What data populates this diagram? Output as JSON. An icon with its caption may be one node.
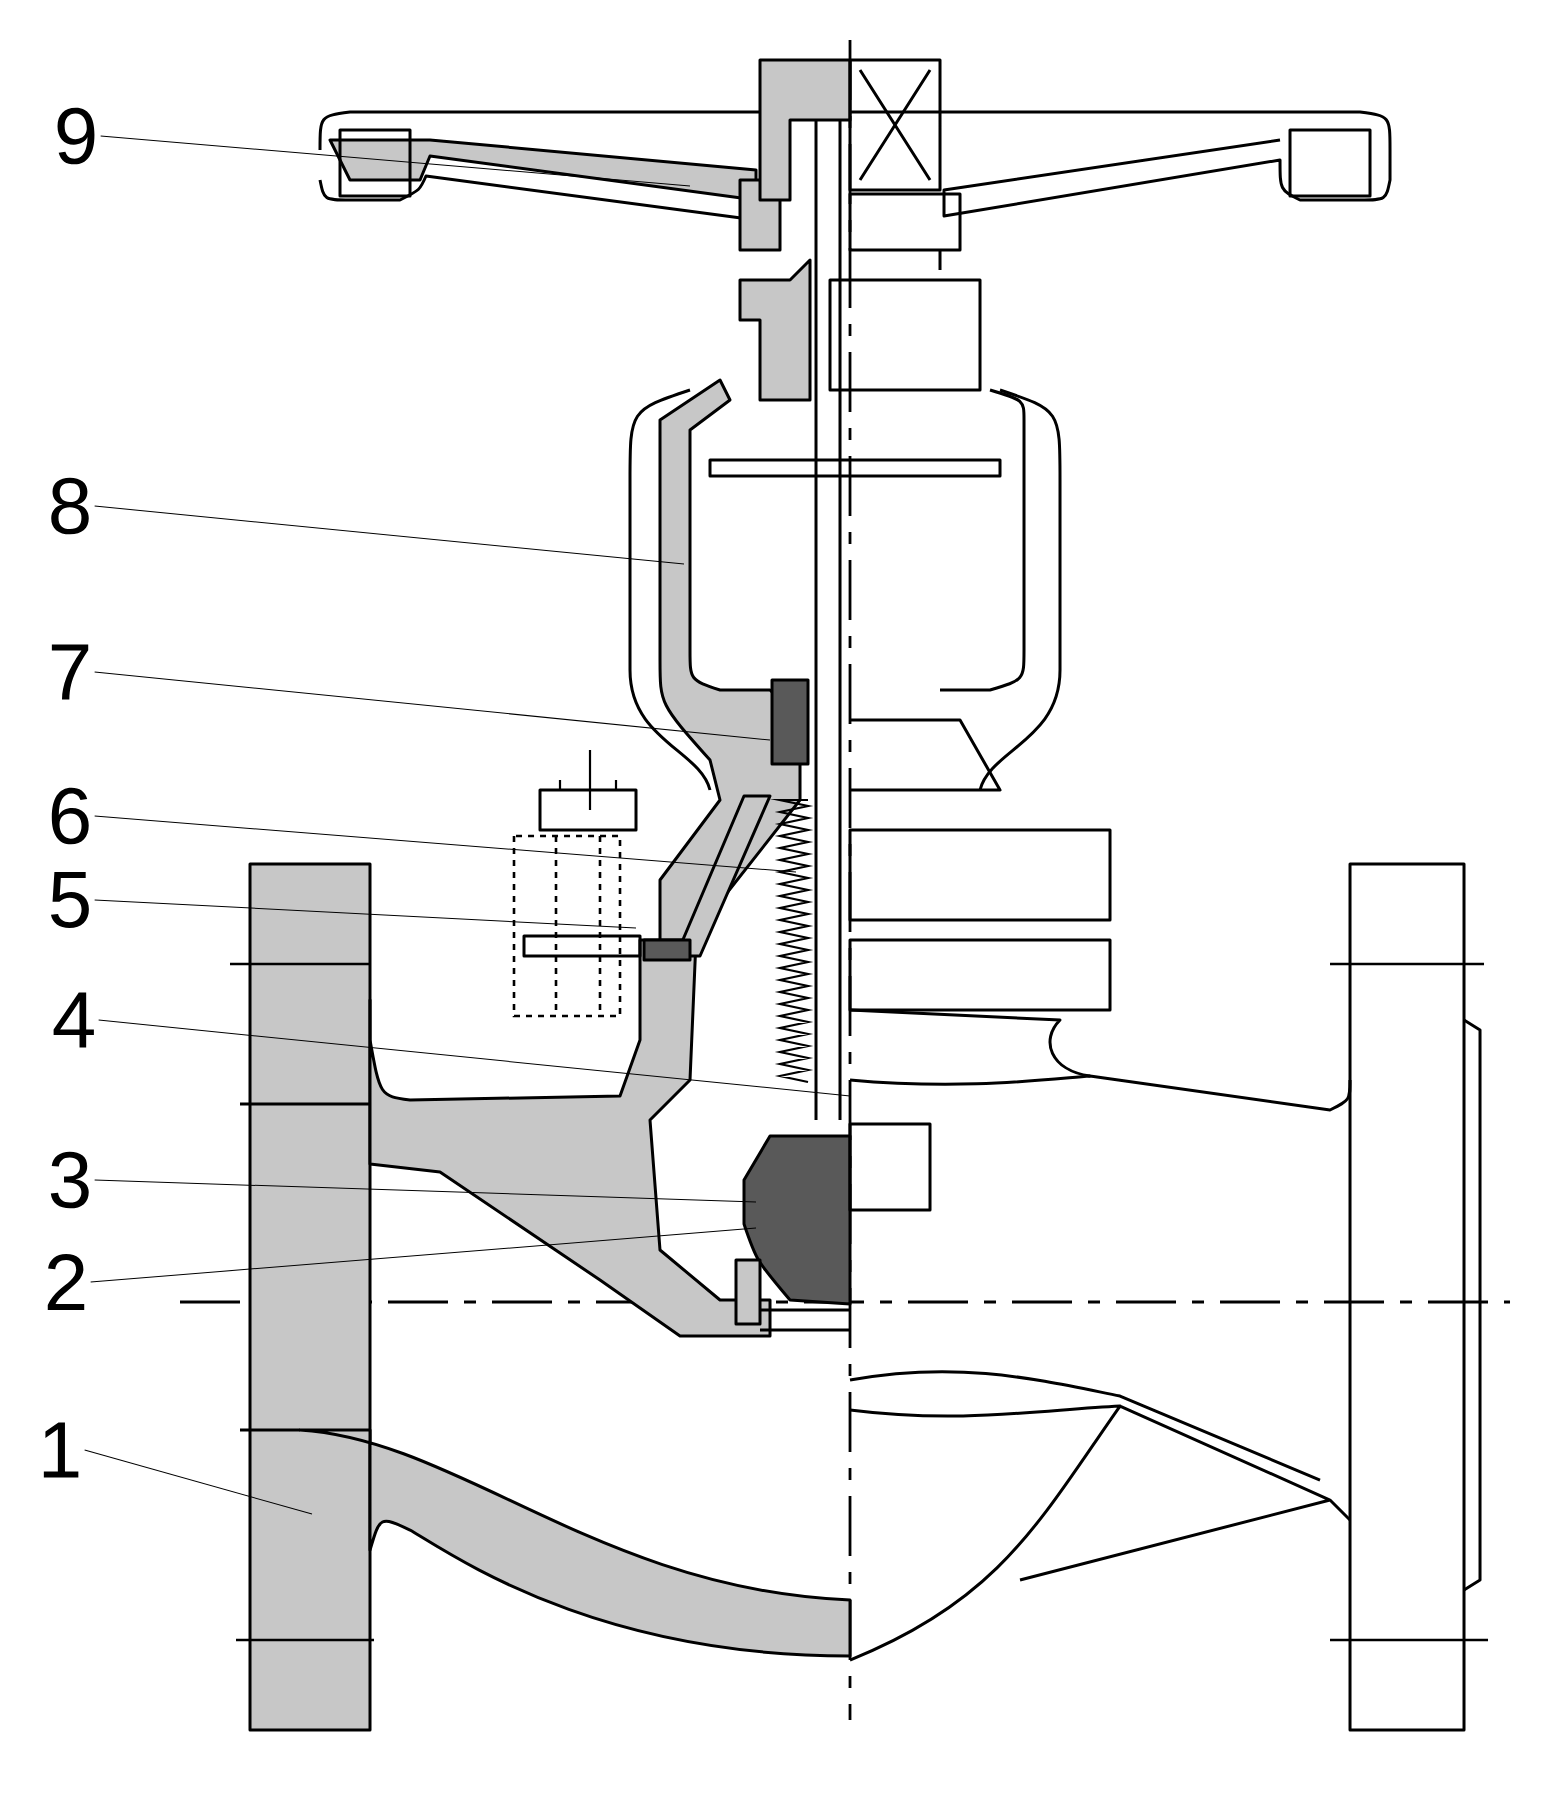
{
  "diagram": {
    "nodes": [
      {
        "text": [
          "9"
        ]
      },
      {
        "text": [
          "8"
        ]
      },
      {
        "text": [
          "7"
        ]
      },
      {
        "text": [
          "6"
        ]
      },
      {
        "text": [
          "5"
        ]
      },
      {
        "text": [
          "4"
        ]
      },
      {
        "text": [
          "3"
        ]
      },
      {
        "text": [
          "2"
        ]
      },
      {
        "text": [
          "1"
        ]
      }
    ],
    "edges": [
      {
        "from": 0,
        "to": null,
        "arrow": "none"
      },
      {
        "from": 1,
        "to": null,
        "arrow": "none"
      },
      {
        "from": 2,
        "to": null,
        "arrow": "none"
      },
      {
        "from": 3,
        "to": null,
        "arrow": "none"
      },
      {
        "from": 4,
        "to": null,
        "arrow": "none"
      },
      {
        "from": 5,
        "to": null,
        "arrow": "none"
      },
      {
        "from": 6,
        "to": null,
        "arrow": "none"
      },
      {
        "from": 7,
        "to": null,
        "arrow": "none"
      },
      {
        "from": 8,
        "to": null,
        "arrow": "none"
      }
    ]
  }
}
